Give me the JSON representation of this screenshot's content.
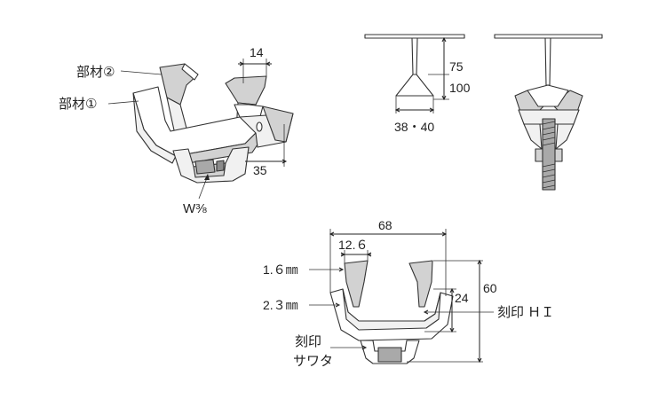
{
  "labels": {
    "part2": "部材②",
    "part1": "部材①",
    "bolt_size": "W⅜",
    "dim_14": "14",
    "dim_35": "35",
    "dim_75": "75",
    "dim_100": "100",
    "dim_38_40": "38・40",
    "dim_68": "68",
    "dim_12_6": "12.６",
    "thick_1_6": "1.６㎜",
    "thick_2_3": "2.３㎜",
    "dim_24": "24",
    "dim_60": "60",
    "stamp_hi": "刻印 ＨＩ",
    "stamp_label": "刻印",
    "stamp_sawata": "サワタ"
  }
}
